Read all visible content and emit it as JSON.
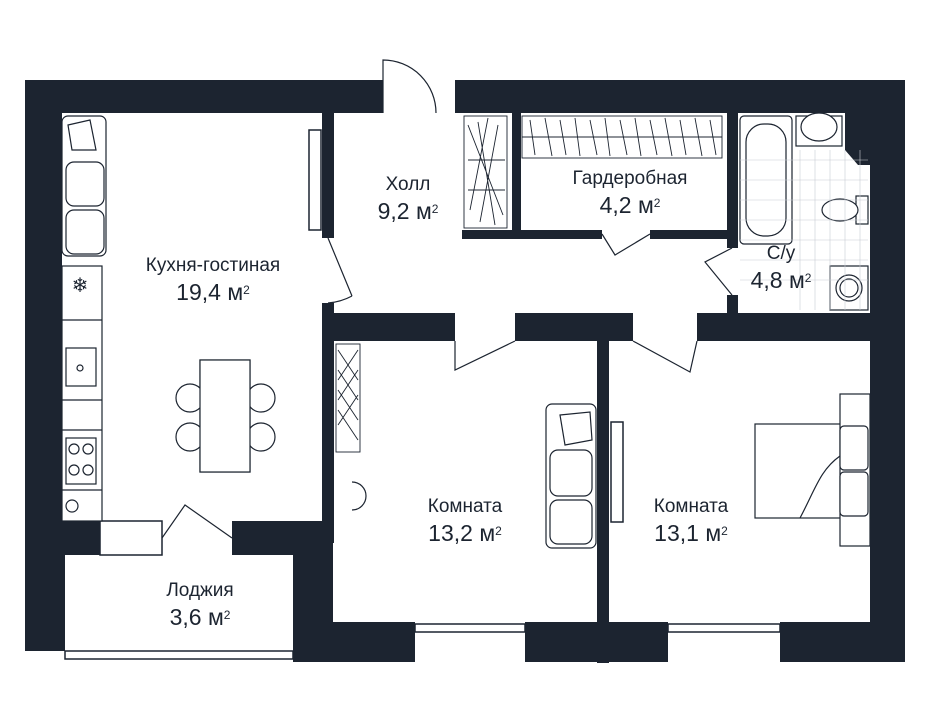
{
  "colors": {
    "wall": "#1c2430",
    "line": "#1c2430",
    "background": "#ffffff",
    "fixture_fill": "#ffffff"
  },
  "area_unit": "м",
  "area_exponent": "2",
  "rooms": [
    {
      "id": "kitchen",
      "name": "Кухня-гостиная",
      "area": "19,4"
    },
    {
      "id": "hall",
      "name": "Холл",
      "area": "9,2"
    },
    {
      "id": "wardrobe",
      "name": "Гардеробная",
      "area": "4,2"
    },
    {
      "id": "bathroom",
      "name": "С/у",
      "area": "4,8"
    },
    {
      "id": "room1",
      "name": "Комната",
      "area": "13,2"
    },
    {
      "id": "room2",
      "name": "Комната",
      "area": "13,1"
    },
    {
      "id": "loggia",
      "name": "Лоджия",
      "area": "3,6"
    }
  ],
  "icons": [
    "snowflake-icon",
    "sink-icon",
    "stove-icon",
    "oven-icon",
    "bathtub-icon",
    "toilet-icon",
    "washing-machine-icon",
    "bed-icon",
    "sofa-icon",
    "dining-table-icon"
  ]
}
